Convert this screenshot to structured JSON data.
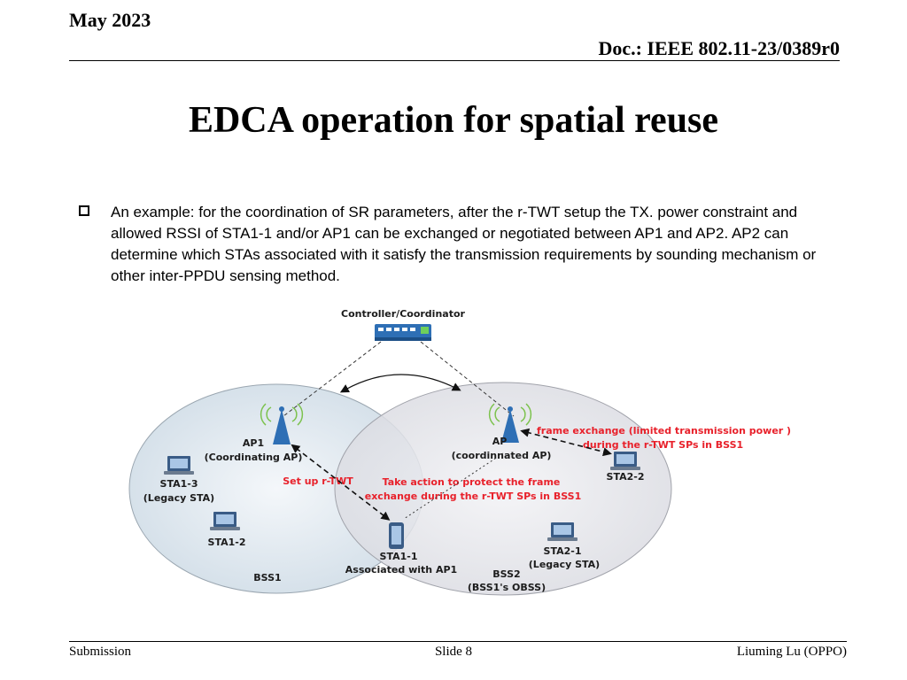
{
  "header": {
    "date": "May 2023",
    "doc": "Doc.: IEEE 802.11-23/0389r0"
  },
  "title": "EDCA operation for spatial reuse",
  "bullet": {
    "text": "An example: for the coordination of SR parameters, after the r-TWT setup the TX. power constraint and allowed RSSI of STA1-1 and/or AP1 can be exchanged or negotiated between AP1 and AP2. AP2 can determine which STAs associated with it satisfy the transmission requirements by sounding mechanism or other inter-PPDU sensing method."
  },
  "diagram": {
    "controller": "Controller/Coordinator",
    "ap1": {
      "line1": "AP1",
      "line2": "(Coordinating AP)"
    },
    "ap2": {
      "line1": "AP",
      "line2": "(coordinnated AP)"
    },
    "sta1_3": {
      "line1": "STA1-3",
      "line2": "(Legacy STA)"
    },
    "sta1_2": "STA1-2",
    "sta1_1": {
      "line1": "STA1-1",
      "line2": "Associated with AP1"
    },
    "sta2_2": "STA2-2",
    "sta2_1": {
      "line1": "STA2-1",
      "line2": "(Legacy STA)"
    },
    "bss1": "BSS1",
    "bss2": {
      "line1": "BSS2",
      "line2": "(BSS1's OBSS)"
    },
    "setup_rtwt": "Set up r-TWT",
    "take_action": {
      "line1": "Take action to protect the frame",
      "line2": "exchange during the r-TWT SPs in BSS1"
    },
    "frame_exchange": {
      "line1": "frame exchange (limited transmission power )",
      "line2": "during  the r-TWT SPs in BSS1"
    },
    "colors": {
      "red_text": "#e8212b",
      "ap_blue": "#2e6fb5"
    }
  },
  "footer": {
    "left": "Submission",
    "center": "Slide 8",
    "right": "Liuming Lu (OPPO)"
  }
}
